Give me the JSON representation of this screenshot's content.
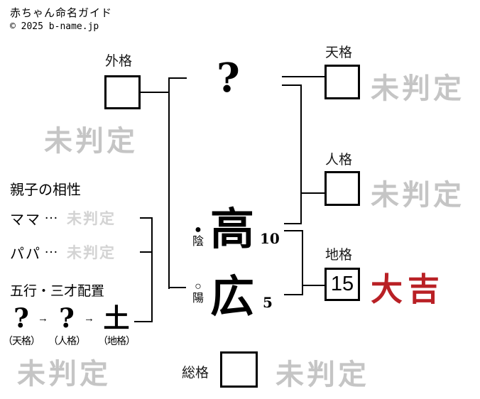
{
  "header": {
    "title": "赤ちゃん命名ガイド",
    "copyright": "© 2025 b-name.jp"
  },
  "kaku": {
    "gaikaku": {
      "label": "外格",
      "value": "",
      "result": "未判定"
    },
    "tenkaku": {
      "label": "天格",
      "value": "",
      "result": "未判定"
    },
    "jinkaku": {
      "label": "人格",
      "value": "",
      "result": "未判定"
    },
    "chikaku": {
      "label": "地格",
      "value": "15",
      "result": "大吉"
    },
    "soukaku": {
      "label": "総格",
      "value": "",
      "result": "未判定"
    }
  },
  "name": {
    "surname_char": "?",
    "given": [
      {
        "char": "高",
        "strokes": "10",
        "inyo_symbol": "●",
        "inyo_label": "陰"
      },
      {
        "char": "広",
        "strokes": "5",
        "inyo_symbol": "○",
        "inyo_label": "陽"
      }
    ]
  },
  "compatibility": {
    "title": "親子の相性",
    "rows": [
      {
        "label": "ママ",
        "dots": "…",
        "result": "未判定"
      },
      {
        "label": "パパ",
        "dots": "…",
        "result": "未判定"
      }
    ]
  },
  "gogyo": {
    "title": "五行・三才配置",
    "arrow": "→",
    "items": [
      {
        "symbol": "?",
        "caption": "（天格）"
      },
      {
        "symbol": "?",
        "caption": "（人格）"
      },
      {
        "symbol": "土",
        "caption": "（地格）"
      }
    ],
    "result": "未判定"
  },
  "colors": {
    "result_good": "#b92025",
    "watermark": "#c5c5c5",
    "line": "#000000"
  }
}
